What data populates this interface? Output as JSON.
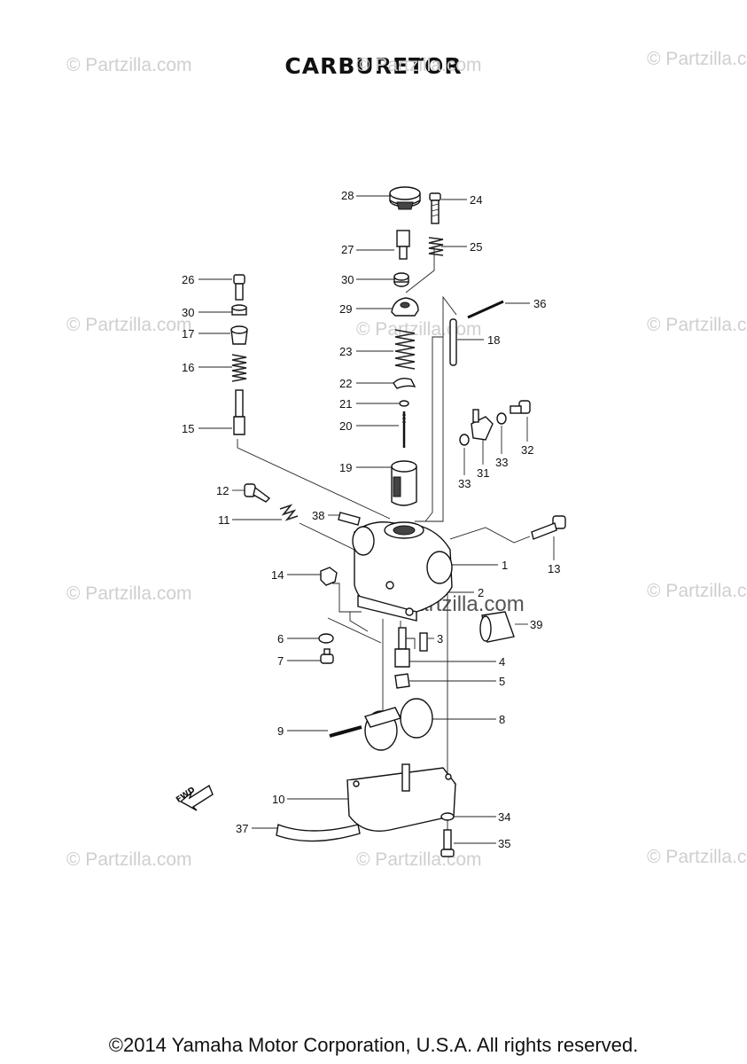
{
  "title": "CARBURETOR",
  "copyright": "©2014 Yamaha Motor Corporation, U.S.A. All rights reserved.",
  "watermark": "© Partzilla.com",
  "watermark_center": "© Partzilla.com",
  "fwd_label": "FWD",
  "callouts": {
    "c28": "28",
    "c24": "24",
    "c27": "27",
    "c25": "25",
    "c30a": "30",
    "c29": "29",
    "c26": "26",
    "c30b": "30",
    "c17": "17",
    "c16": "16",
    "c15": "15",
    "c36": "36",
    "c18": "18",
    "c23": "23",
    "c22": "22",
    "c21": "21",
    "c20": "20",
    "c19": "19",
    "c32": "32",
    "c33a": "33",
    "c31": "31",
    "c33b": "33",
    "c12": "12",
    "c11": "11",
    "c38": "38",
    "c13": "13",
    "c1": "1",
    "c14": "14",
    "c2": "2",
    "c39": "39",
    "c6": "6",
    "c3": "3",
    "c7": "7",
    "c4": "4",
    "c5": "5",
    "c8": "8",
    "c9": "9",
    "c10": "10",
    "c34": "34",
    "c37": "37",
    "c35": "35"
  }
}
